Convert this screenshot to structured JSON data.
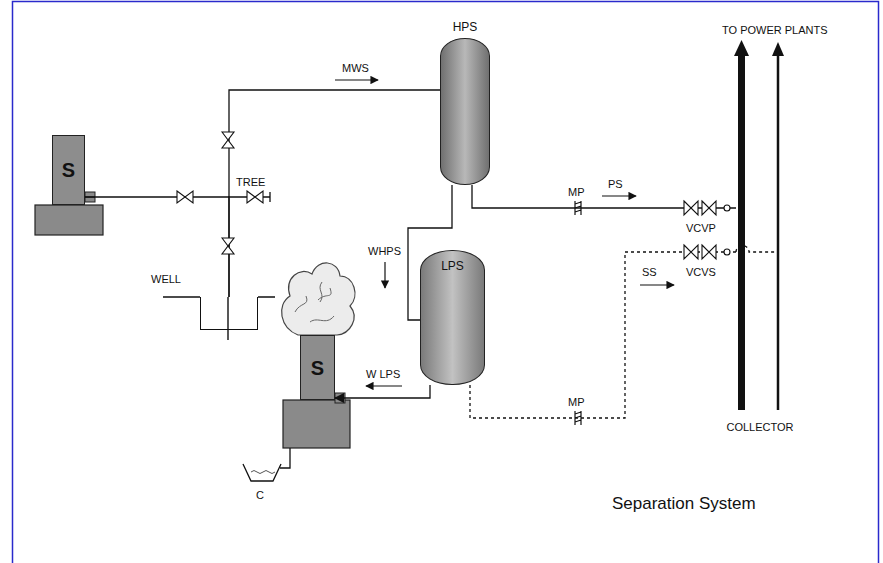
{
  "diagram": {
    "caption": "Separation System",
    "nodes": [
      {
        "text": [
          "S"
        ]
      },
      {
        "text": [
          "HPS"
        ]
      },
      {
        "text": [
          "WELL"
        ]
      },
      {
        "text": [
          "LPS"
        ]
      },
      {
        "text": [
          "S"
        ]
      },
      {
        "text": [
          "COLLECTOR"
        ]
      }
    ],
    "edges": [
      {
        "from": 2,
        "to": 1,
        "label": "MWS",
        "arrow": "none"
      },
      {
        "from": 1,
        "to": 3,
        "label": "WHPS",
        "arrow": "none"
      },
      {
        "from": 1,
        "to": 5,
        "label": "PS",
        "arrow": "none"
      },
      {
        "from": 3,
        "to": 5,
        "label": "SS",
        "arrow": "none"
      },
      {
        "from": 3,
        "to": 4,
        "label": "W LPS",
        "arrow": "to"
      },
      {
        "from": 2,
        "to": 0,
        "arrow": "none"
      }
    ],
    "labels": [
      "TREE",
      "MP",
      "VCVP",
      "MP",
      "VCVS",
      "TO POWER PLANTS",
      "C"
    ]
  }
}
